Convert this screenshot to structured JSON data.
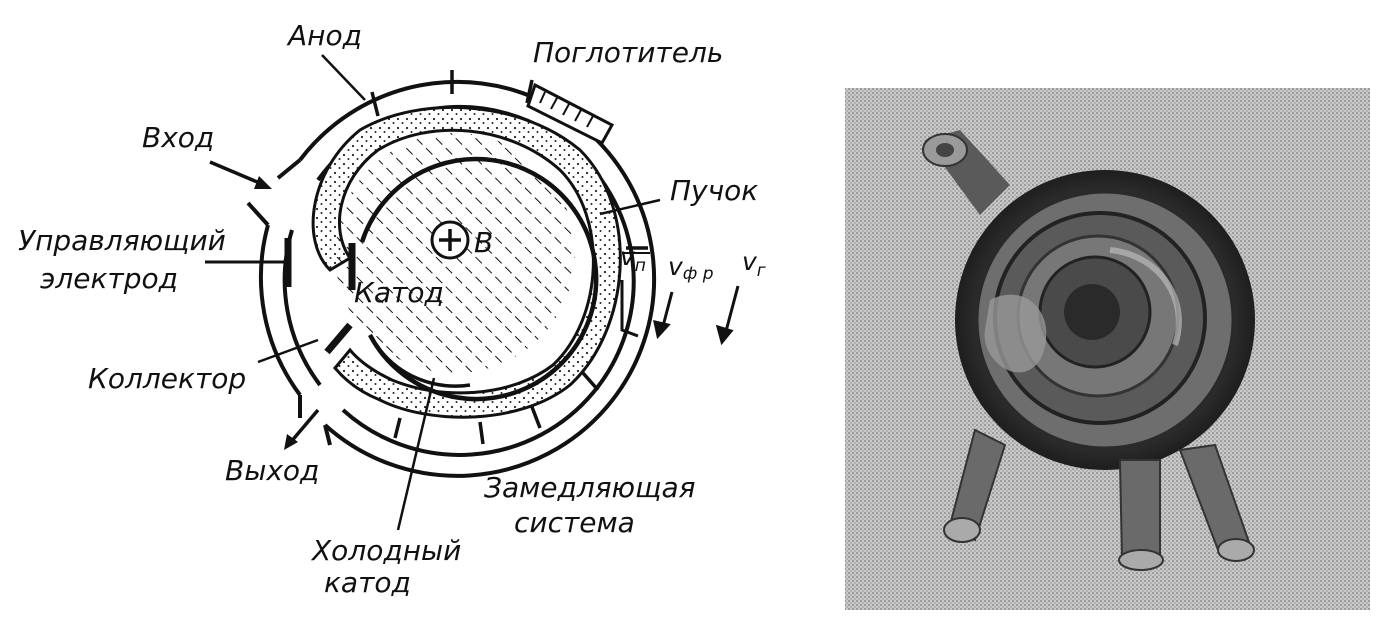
{
  "diagram": {
    "labels": {
      "anode": "Анод",
      "absorber": "Поглотитель",
      "input": "Вход",
      "beam": "Пучок",
      "control_electrode_1": "Управляющий",
      "control_electrode_2": "электрод",
      "cathode": "Катод",
      "collector": "Коллектор",
      "output": "Выход",
      "slowing_system_1": "Замедляющая",
      "slowing_system_2": "система",
      "cold_cathode_1": "Холодный",
      "cold_cathode_2": "катод",
      "field": "B",
      "v_main": "v",
      "v_p_sub": "п",
      "v_fr_sub": "ф р",
      "v_g_sub": "г"
    },
    "photo": {
      "present": true
    }
  }
}
